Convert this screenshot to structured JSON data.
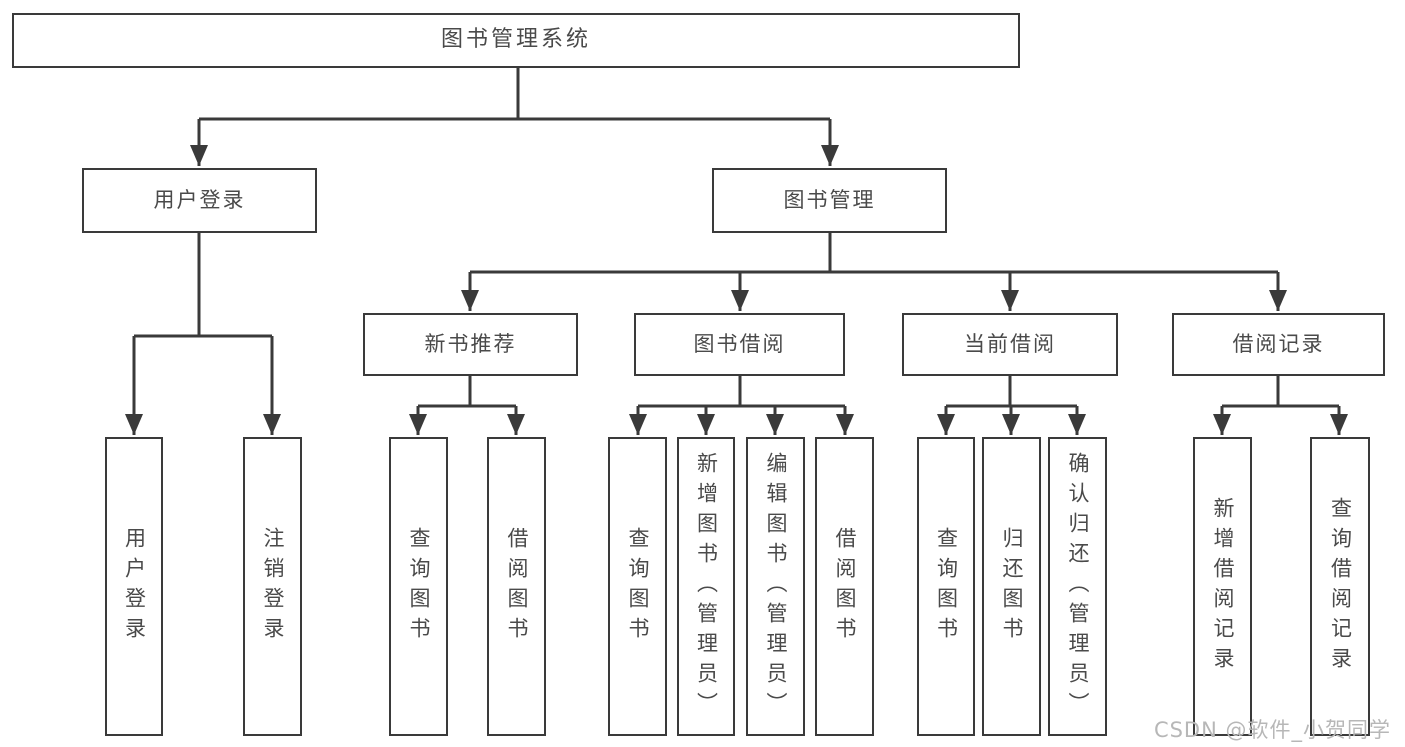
{
  "colors": {
    "line": "#3a3a3a",
    "node_border": "#3a3a3a",
    "node_text": "#4a4a4a",
    "background": "#ffffff",
    "watermark": "#b7b7b7"
  },
  "diagram_type": "hierarchy-tree",
  "tree": {
    "root": {
      "label": "图书管理系统"
    },
    "children": [
      {
        "label": "用户登录",
        "children": [
          {
            "label": "用户登录"
          },
          {
            "label": "注销登录"
          }
        ]
      },
      {
        "label": "图书管理",
        "children": [
          {
            "label": "新书推荐",
            "children": [
              {
                "label": "查询图书"
              },
              {
                "label": "借阅图书"
              }
            ]
          },
          {
            "label": "图书借阅",
            "children": [
              {
                "label": "查询图书"
              },
              {
                "label": "新增图书（管理员）"
              },
              {
                "label": "编辑图书（管理员）"
              },
              {
                "label": "借阅图书"
              }
            ]
          },
          {
            "label": "当前借阅",
            "children": [
              {
                "label": "查询图书"
              },
              {
                "label": "归还图书"
              },
              {
                "label": "确认归还（管理员）"
              }
            ]
          },
          {
            "label": "借阅记录",
            "children": [
              {
                "label": "新增借阅记录"
              },
              {
                "label": "查询借阅记录"
              }
            ]
          }
        ]
      }
    ]
  },
  "watermark": {
    "text": "CSDN @软件_小贺同学"
  }
}
